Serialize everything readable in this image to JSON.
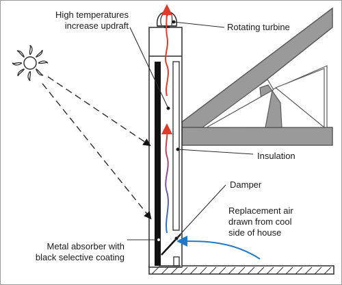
{
  "labels": {
    "high_temps": "High temperatures\nincrease updraft",
    "rotating_turbine": "Rotating turbine",
    "insulation": "Insulation",
    "damper": "Damper",
    "replacement_air": "Replacement air\ndrawn from cool\nside of house",
    "metal_absorber": "Metal absorber with\nblack selective coating"
  },
  "colors": {
    "line": "#2b2b2b",
    "truss_fill": "#9a9a9a",
    "truss_stroke": "#5a5a5a",
    "hot_air": "#e03a2a",
    "cool_air": "#1f78c8",
    "absorber": "#111111"
  },
  "icons": {
    "sun": "sun-icon",
    "turbine": "turbine-icon"
  }
}
